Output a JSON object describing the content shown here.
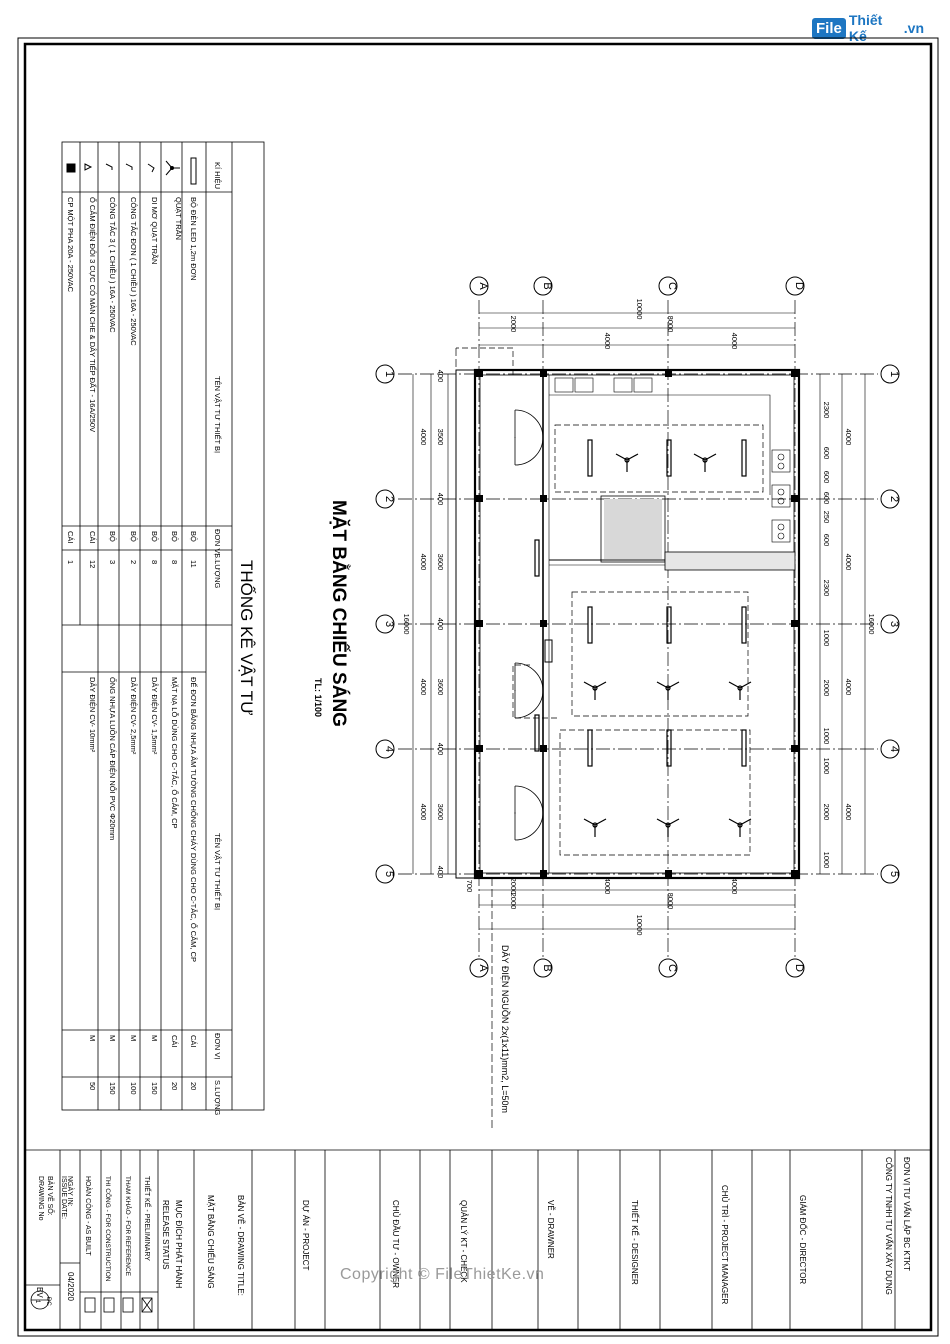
{
  "watermark_logo": {
    "badge": "File",
    "name": "Thiết Kế",
    "suffix": ".vn"
  },
  "copyright": "Copyright © FileThietKe.vn",
  "drawing": {
    "title": "MẶT BẰNG CHIẾU SÁNG",
    "scale": "TL: 1/100",
    "axes_letters": [
      "A",
      "B",
      "C",
      "D"
    ],
    "axes_numbers": [
      "1",
      "2",
      "3",
      "4",
      "5"
    ],
    "dims_top": {
      "total": "10000",
      "sub": "8000",
      "left": "2000",
      "a": "4000",
      "b": "4000"
    },
    "dims_bottom": {
      "total": "10000",
      "sub": "8000",
      "left": "2000",
      "left2": "2000",
      "a": "4000",
      "b": "4000",
      "extra": "700"
    },
    "dims_left_total": "16000",
    "dims_right_total": "16000",
    "dims_left_bays": [
      "4000",
      "4000",
      "4000",
      "4000"
    ],
    "dims_left_inner": [
      "3500",
      "3600",
      "3600",
      "3600"
    ],
    "dims_left_cols": [
      "400",
      "400",
      "400",
      "400",
      "400"
    ],
    "dims_right_bays": [
      "4000",
      "4000",
      "4000",
      "4000"
    ],
    "dims_right_detail": [
      "2300",
      "600",
      "600",
      "600",
      "250",
      "600",
      "2300",
      "1000",
      "2000",
      "1000",
      "1000",
      "2000",
      "1000"
    ],
    "cable_note": "DÂY ĐIỆN NGUỒN 2x(1x11)mm2, L=50m"
  },
  "table": {
    "title": "THỐNG KÊ VẬT TƯ",
    "headers": {
      "symbol": "KÍ HIỆU",
      "name": "TÊN VẬT TƯ THIẾT BỊ",
      "unit": "ĐƠN VỊ",
      "qty": "S.LƯỢNG"
    },
    "left_rows": [
      {
        "name": "BỘ ĐÈN LED 1,2m ĐƠN",
        "unit": "BỘ",
        "qty": "11",
        "icon": "led-tube-icon"
      },
      {
        "name": "QUẠT TRẦN",
        "unit": "BỘ",
        "qty": "8",
        "icon": "ceiling-fan-icon"
      },
      {
        "name": "DI MƠ QUẠT TRẦN",
        "unit": "BỘ",
        "qty": "8",
        "icon": "dimmer-icon"
      },
      {
        "name": "CÔNG TẮC ĐƠN  ( 1 CHIỀU ) 16A - 250VAC",
        "unit": "BỘ",
        "qty": "2",
        "icon": "single-switch-icon"
      },
      {
        "name": "CÔNG TẮC 3  ( 1 CHIỀU ) 16A - 250VAC",
        "unit": "BỘ",
        "qty": "3",
        "icon": "triple-switch-icon"
      },
      {
        "name": "Ổ CẮM ĐIỆN  ĐÔI 3 CỰC CÓ MÀN CHE & DÂY TIẾP ĐẤT - 16A/250V",
        "unit": "CÁI",
        "qty": "12",
        "icon": "socket-icon"
      },
      {
        "name": "CP MỘT PHA 20A -  250VAC",
        "unit": "CÁI",
        "qty": "1",
        "icon": "breaker-icon"
      }
    ],
    "right_rows": [
      {
        "name": "ĐẾ ĐƠN BẰNG NHỰA ÂM TƯỜNG CHỐNG CHÁY DÙNG CHO C-TẮC, Ổ CẮM, CP",
        "unit": "CÁI",
        "qty": "20"
      },
      {
        "name": "MẶT NẠ LỖ DÙNG CHO C-TẮC,  Ổ CẮM, CP",
        "unit": "CÁI",
        "qty": "20"
      },
      {
        "name": "DÂY ĐIỆN  CV- 1,5mm²",
        "unit": "M",
        "qty": "150"
      },
      {
        "name": "DÂY ĐIỆN  CV- 2,5mm²",
        "unit": "M",
        "qty": "100"
      },
      {
        "name": "ỐNG NHỰA LUỒN CÁP ĐIỆN  NỔI PVC Φ20mm",
        "unit": "M",
        "qty": "150"
      },
      {
        "name": "DÂY ĐIỆN  CV- 10mm²",
        "unit": "M",
        "qty": "50"
      }
    ]
  },
  "title_block": {
    "unit_label": "ĐƠN VỊ TƯ VẤN LẬP BC KTKT",
    "company": "CÔNG TY TNHH TƯ VẤN XÂY DỰNG",
    "director": "GIÁM ĐỐC - DIRECTOR",
    "pm": "CHỦ TRÌ - PROJECT MANAGER",
    "designer": "THIẾT KẾ - DESIGNER",
    "drawner": "VẼ - DRAWNER",
    "check": "QUẢN LÝ KT - CHECK",
    "owner": "CHỦ ĐẦU TƯ - OWNER",
    "project": "DỰ ÁN - PROJECT",
    "drawing_title_label": "BẢN VẼ - DRAWING TITLE:",
    "drawing_title": "MẶT BẰNG CHIẾU SÁNG",
    "release_label": "MỤC ĐÍCH PHÁT HÀNH",
    "release_label_en": "RELEASE STATUS",
    "status_1": "THIẾT KẾ - PRELIMINARY",
    "status_2": "THAM KHẢO - FOR REFERENCE",
    "status_3": "THI CÔNG - FOR CONSTRUCTION",
    "status_4": "HOÀN CÔNG - AS BUILT",
    "issue_label": "NGÀY IN:",
    "issue_label_en": "ISSUE DATE:",
    "issue_date": "04/2020",
    "drawing_no_label": "BẢN VẼ SỐ:",
    "drawing_no_label_en": "DRAWING No",
    "drawing_no_code": "BV",
    "drawing_no_top": "ĐC",
    "drawing_no_num": "1"
  }
}
